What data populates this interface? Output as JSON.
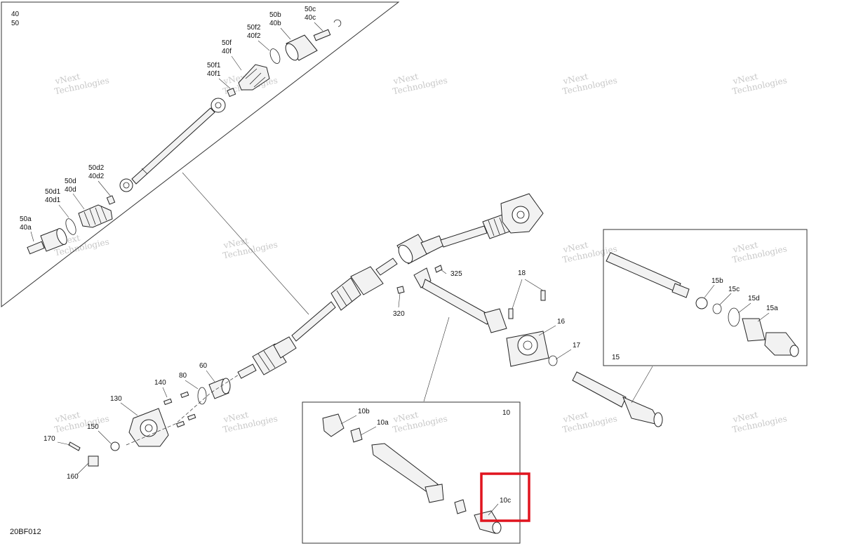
{
  "drawing_code": "20BF012",
  "group_labels": {
    "front_group_a": "40",
    "front_group_b": "50",
    "center_box": "10",
    "rear_box": "15"
  },
  "callouts": {
    "c50a": "50a",
    "c40a": "40a",
    "c50d1": "50d1",
    "c40d1": "40d1",
    "c50d": "50d",
    "c40d": "40d",
    "c50d2": "50d2",
    "c40d2": "40d2",
    "c50f1": "50f1",
    "c40f1": "40f1",
    "c50f": "50f",
    "c40f": "40f",
    "c50f2": "50f2",
    "c40f2": "40f2",
    "c50b": "50b",
    "c40b": "40b",
    "c50c": "50c",
    "c40c": "40c",
    "c325": "325",
    "c320": "320",
    "c18": "18",
    "c16": "16",
    "c17": "17",
    "c15b": "15b",
    "c15c": "15c",
    "c15d": "15d",
    "c15a": "15a",
    "c140": "140",
    "c80": "80",
    "c60": "60",
    "c130": "130",
    "c150": "150",
    "c170": "170",
    "c160": "160",
    "c10b": "10b",
    "c10a": "10a",
    "c10c": "10c"
  },
  "watermark": {
    "line1": "vNext",
    "line2": "Technologies"
  },
  "highlight": {
    "color": "#e0141e",
    "target": "10c"
  }
}
